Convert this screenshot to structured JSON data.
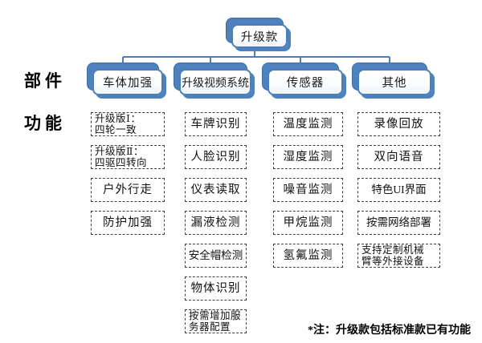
{
  "diagram_title_node": "升级款",
  "side_labels": {
    "parts": "部件",
    "functions": "功能"
  },
  "columns": [
    {
      "header": "车体加强",
      "items": [
        "升级版Ⅰ：\n四轮一致",
        "升级版Ⅱ：\n四驱四转向",
        "户外行走",
        "防护加强"
      ]
    },
    {
      "header": "升级视频系统",
      "items": [
        "车牌识别",
        "人脸识别",
        "仪表读取",
        "漏液检测",
        "安全帽检测",
        "物体识别",
        "按需增加服\n务器配置"
      ]
    },
    {
      "header": "传感器",
      "items": [
        "温度监测",
        "湿度监测",
        "噪音监测",
        "甲烷监测",
        "氢氟监测"
      ]
    },
    {
      "header": "其他",
      "items": [
        "录像回放",
        "双向语音",
        "特色UI界面",
        "按需网络部署",
        "支持定制机械\n臂等外接设备"
      ]
    }
  ],
  "footnote": "*注：升级款包括标准款已有功能",
  "colors": {
    "node_plate": "#4f81bd",
    "node_border": "#4a7ebb",
    "connector": "#4a7ebb",
    "dashed_border": "#3f3f3f",
    "background": "#ffffff"
  }
}
